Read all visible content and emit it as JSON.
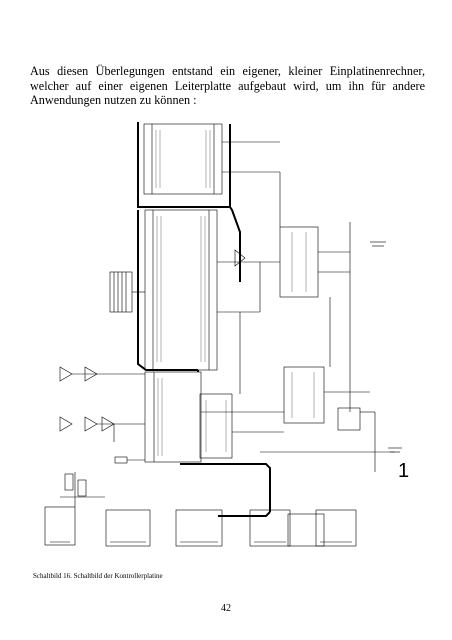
{
  "intro": {
    "line1": "Aus diesen Überlegungen entstand ein eigener, kleiner Einplatinenrechner,",
    "line2": "welcher auf einer eigenen Leiterplatte aufgebaut wird, um ihn für andere",
    "line3": "Anwendungen nutzen zu können :"
  },
  "schematic": {
    "big_label": "1"
  },
  "caption": "Schaltbild 16. Schaltbild der Kontrollerplatine",
  "page_number": "42"
}
